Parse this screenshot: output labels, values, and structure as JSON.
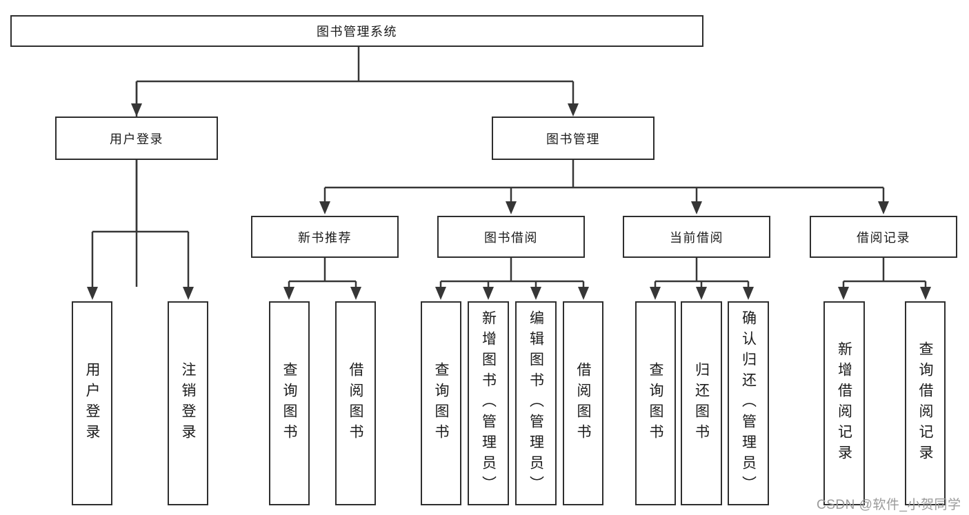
{
  "diagram": {
    "type": "hierarchy-tree",
    "root": {
      "label": "图书管理系统"
    },
    "level2": [
      {
        "label": "用户登录",
        "parent": "图书管理系统"
      },
      {
        "label": "图书管理",
        "parent": "图书管理系统"
      }
    ],
    "level3": [
      {
        "label": "新书推荐",
        "parent": "图书管理"
      },
      {
        "label": "图书借阅",
        "parent": "图书管理"
      },
      {
        "label": "当前借阅",
        "parent": "图书管理"
      },
      {
        "label": "借阅记录",
        "parent": "图书管理"
      }
    ],
    "leaves": [
      {
        "label": "用户登录",
        "parent": "用户登录"
      },
      {
        "label": "注销登录",
        "parent": "用户登录"
      },
      {
        "label": "查询图书",
        "parent": "新书推荐"
      },
      {
        "label": "借阅图书",
        "parent": "新书推荐"
      },
      {
        "label": "查询图书",
        "parent": "图书借阅"
      },
      {
        "label": "新增图书（管理员）",
        "parent": "图书借阅"
      },
      {
        "label": "编辑图书（管理员）",
        "parent": "图书借阅"
      },
      {
        "label": "借阅图书",
        "parent": "图书借阅"
      },
      {
        "label": "查询图书",
        "parent": "当前借阅"
      },
      {
        "label": "归还图书",
        "parent": "当前借阅"
      },
      {
        "label": "确认归还（管理员）",
        "parent": "当前借阅"
      },
      {
        "label": "新增借阅记录",
        "parent": "借阅记录"
      },
      {
        "label": "查询借阅记录",
        "parent": "借阅记录"
      }
    ],
    "colors": {
      "line": "#363636",
      "border": "#2e2e2e",
      "text": "#1b1b1b",
      "background": "#ffffff",
      "watermark": "#9a9a9a"
    }
  },
  "watermark": {
    "text": "CSDN @软件_小贺同学"
  }
}
